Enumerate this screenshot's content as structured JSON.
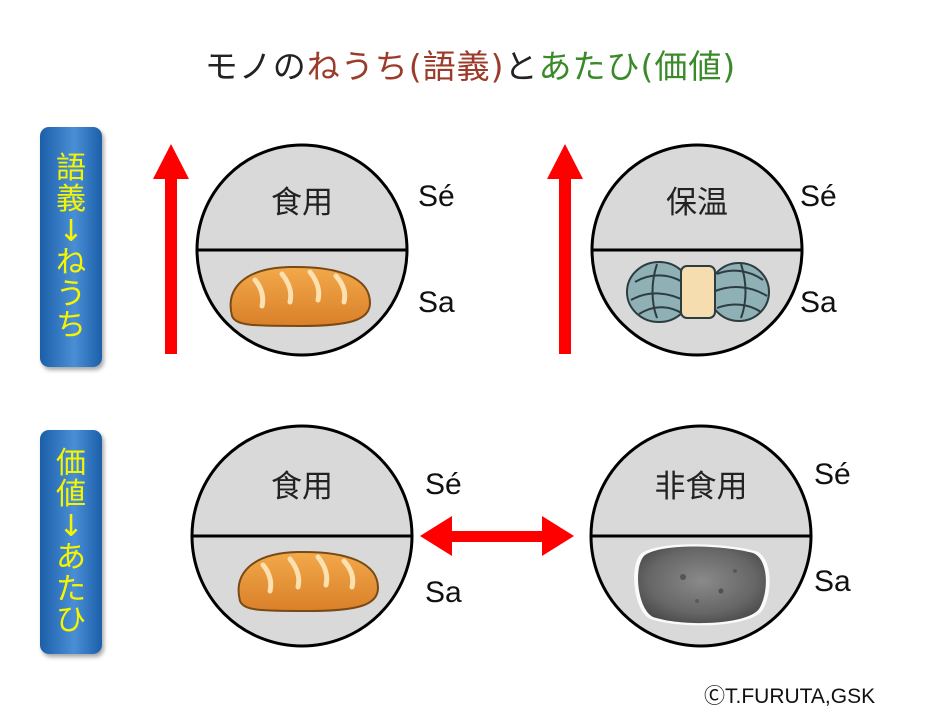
{
  "title": {
    "part1": "モノの",
    "part2": "ねうち(語義)",
    "part3": "と",
    "part4": "あたひ(価値)",
    "part5": ""
  },
  "side_labels": [
    {
      "chars": [
        "語",
        "義",
        "↓",
        "ね",
        "う",
        "ち"
      ]
    },
    {
      "chars": [
        "価",
        "値",
        "↓",
        "あ",
        "た",
        "ひ"
      ]
    }
  ],
  "circles": [
    {
      "category": "食用",
      "se": "Sé",
      "sa": "Sa",
      "image": "bread-icon"
    },
    {
      "category": "保温",
      "se": "Sé",
      "sa": "Sa",
      "image": "yarn-ball-icon"
    },
    {
      "category": "食用",
      "se": "Sé",
      "sa": "Sa",
      "image": "bread-icon"
    },
    {
      "category": "非食用",
      "se": "Sé",
      "sa": "Sa",
      "image": "stone-icon"
    }
  ],
  "copyright": "ⒸT.FURUTA,GSK",
  "colors": {
    "arrow": "#ff0000",
    "circle_fill": "#d9d9d9",
    "side_box": "#2a6fbf",
    "side_text": "#f5f500",
    "title_red": "#9c3b2a",
    "title_green": "#3a8a2a"
  }
}
